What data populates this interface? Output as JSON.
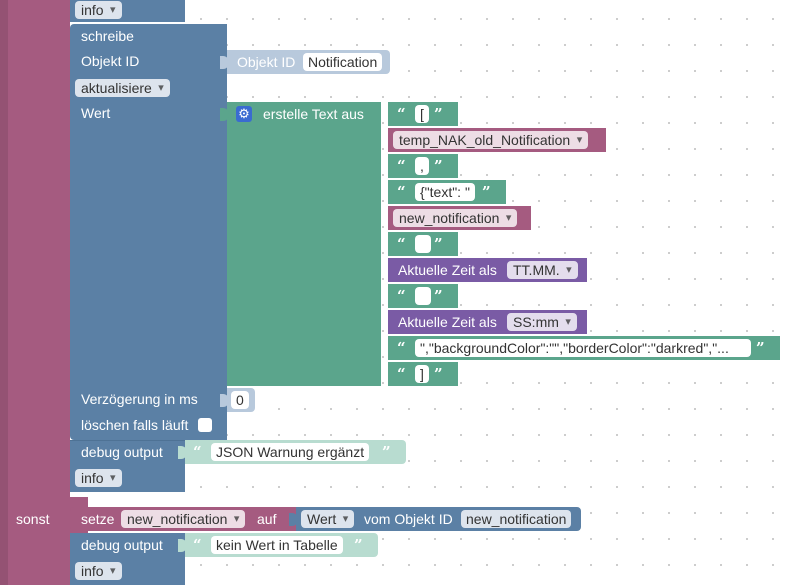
{
  "if_block": {
    "top_info": "info",
    "write": {
      "label": "schreibe",
      "object_id_label": "Objekt ID",
      "object_id_block_label": "Objekt ID",
      "object_id_value": "Notification",
      "update_dropdown": "aktualisiere",
      "value_label": "Wert",
      "delay_label": "Verzögerung in ms",
      "delay_value": "0",
      "cancel_label": "löschen falls läuft"
    },
    "text_join": {
      "label": "erstelle Text aus",
      "items": {
        "t1": "[",
        "v1": "temp_NAK_old_Notification",
        "t2": ",",
        "t3": "{\"text\": \"",
        "v2": "new_notification",
        "t4": "",
        "time1_label": "Aktuelle Zeit als",
        "time1_format": "TT.MM.",
        "t5": "",
        "time2_label": "Aktuelle Zeit als",
        "time2_format": "SS:mm",
        "t6": "\",\"backgroundColor\":\"\",\"borderColor\":\"darkred\",\"...",
        "t7": "]"
      }
    },
    "debug": {
      "label": "debug output",
      "text": "JSON Warnung ergänzt",
      "level": "info"
    }
  },
  "else_block": {
    "label": "sonst",
    "set": {
      "label": "setze",
      "variable": "new_notification",
      "to_label": "auf",
      "value_dropdown": "Wert",
      "from_label": "vom Objekt ID",
      "object_id": "new_notification"
    },
    "debug": {
      "label": "debug output",
      "text": "kein Wert in Tabelle",
      "level": "info"
    }
  },
  "quote_open": "“",
  "quote_close": "”",
  "colors": {
    "logic": "#5b80a5",
    "variable": "#a55b80",
    "text": "#5ba58c",
    "time": "#7a5ba5"
  }
}
